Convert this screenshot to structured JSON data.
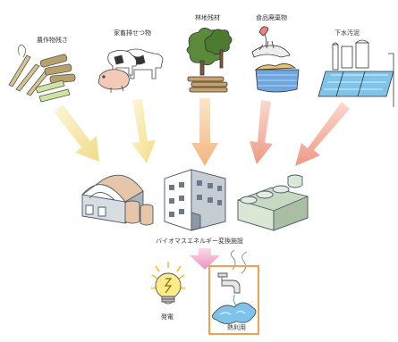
{
  "sources": [
    {
      "label": "農作物残さ"
    },
    {
      "label": "家畜排せつ物"
    },
    {
      "label": "林地残材"
    },
    {
      "label": "食品廃棄物"
    },
    {
      "label": "下水汚泥"
    }
  ],
  "facility_label": "バイオマスエネルギー変換施設",
  "outputs": [
    {
      "label": "発電"
    },
    {
      "label": "熱利用"
    }
  ],
  "colors": {
    "arrow_yellow": "#f3e6a0",
    "arrow_orange": "#f5c08a",
    "arrow_salmon": "#f0a898",
    "arrow_pink": "#f0a0c8",
    "highlight_border": "#f0a050",
    "water_blue": "#7ec3ea"
  }
}
